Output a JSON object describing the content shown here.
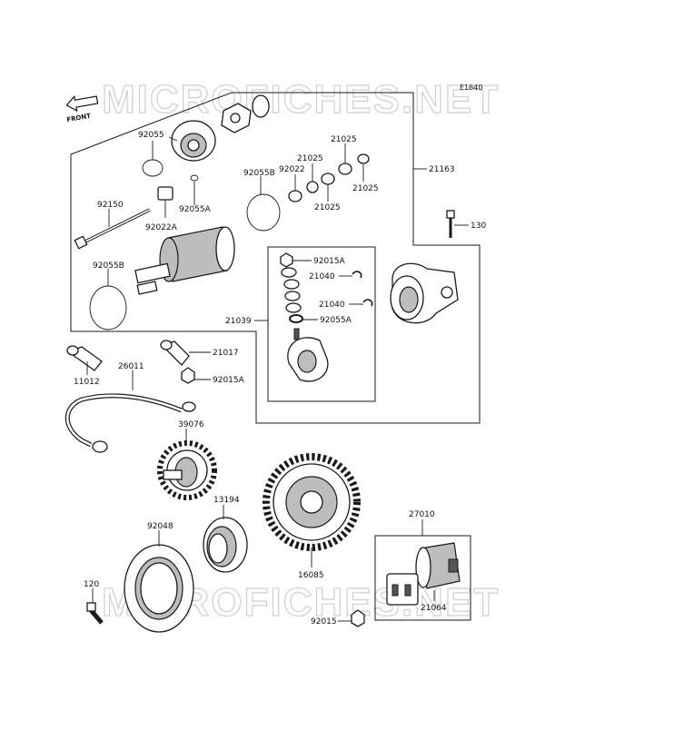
{
  "diagram": {
    "code": "E1840",
    "front_label": "FRONT",
    "watermark_top": "MICROFICHES.NET",
    "watermark_bottom": "MICROFICHES.NET",
    "labels": {
      "p92055": "92055",
      "p92055a": "92055A",
      "p92022a": "92022A",
      "p92150": "92150",
      "p92055b_top": "92055B",
      "p92055b_left": "92055B",
      "p92022": "92022",
      "p21025_a": "21025",
      "p21025_b": "21025",
      "p21025_c": "21025",
      "p21025_d": "21025",
      "p21163": "21163",
      "p130": "130",
      "p92015a_top": "92015A",
      "p21040_a": "21040",
      "p21040_b": "21040",
      "p21039": "21039",
      "p92055a_b": "92055A",
      "p21017": "21017",
      "p11012": "11012",
      "p26011": "26011",
      "p92015a_mid": "92015A",
      "p39076": "39076",
      "p13194": "13194",
      "p92048": "92048",
      "p120": "120",
      "p16085": "16085",
      "p27010": "27010",
      "p21064": "21064",
      "p92015": "92015"
    }
  }
}
